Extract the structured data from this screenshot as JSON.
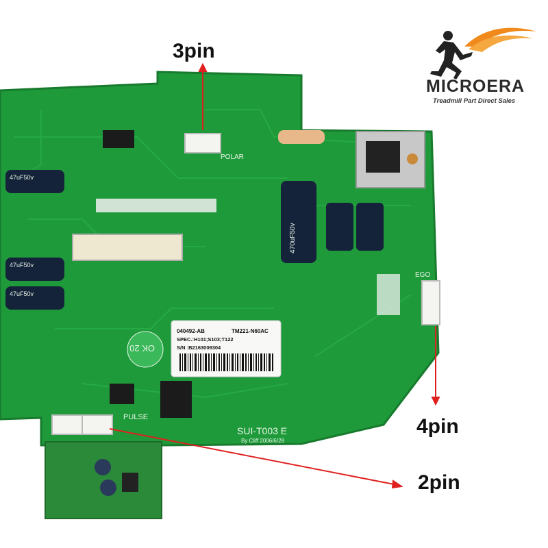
{
  "logo": {
    "brand_name": "MICROERA",
    "tagline": "Treadmill Part Direct Sales",
    "icon": "running-man-icon",
    "accent_color": "#f08a1c"
  },
  "callouts": {
    "three_pin": "3pin",
    "four_pin": "4pin",
    "two_pin": "2pin",
    "arrow_color": "#e02020"
  },
  "board": {
    "pcb_color": "#1f9a3a",
    "model_code": "SUI-T003 E",
    "designer_line": "By Cliff 2006/6/28",
    "ok_stamp": "OK 20",
    "connector_labels": {
      "polar": "POLAR",
      "ego": "EGO",
      "pulse": "PULSE"
    },
    "capacitors": {
      "big": "470uF50v",
      "small_a": "47uF50v",
      "small_b": "47uF50v",
      "small_c": "47uF50v"
    },
    "sticker": {
      "line1_left": "040492-AB",
      "line1_right": "TM221-N60AC",
      "line2": "SPEC.:H101;S103;T122",
      "line3": "S/N :B2163009304"
    }
  }
}
